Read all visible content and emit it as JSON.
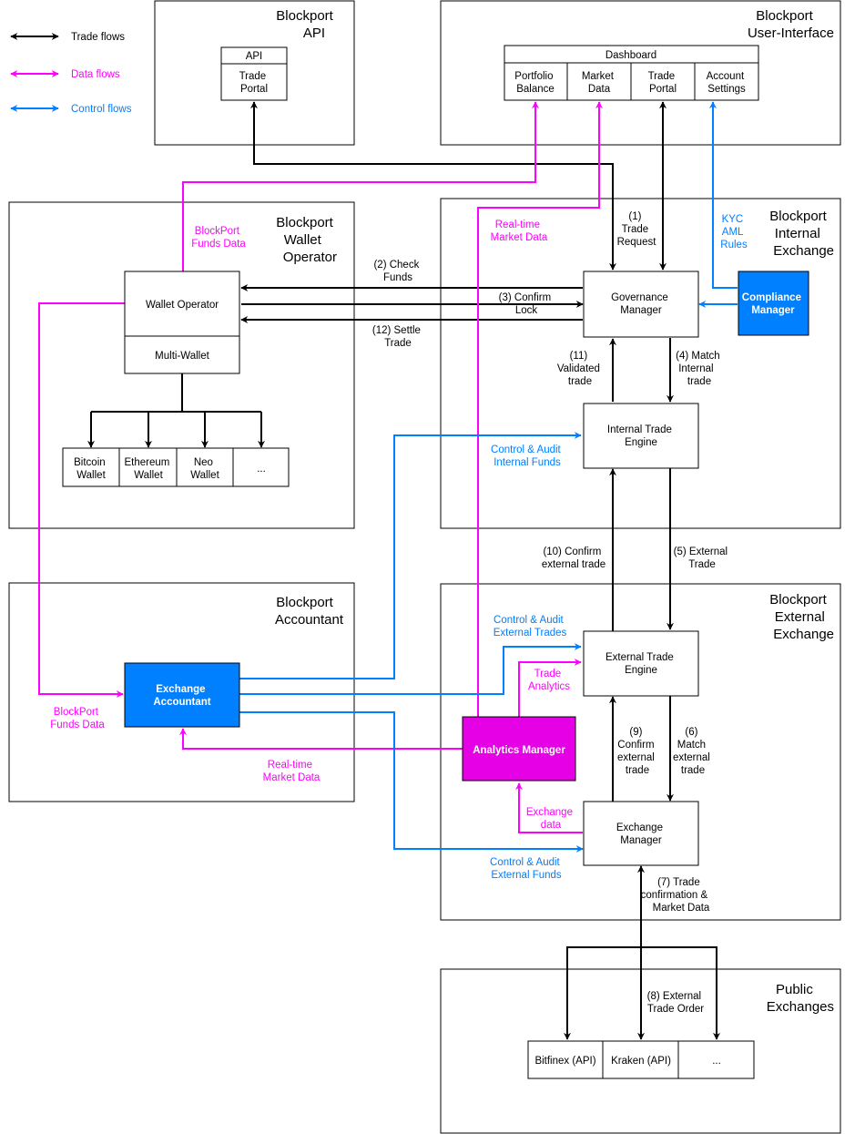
{
  "colors": {
    "trade": "#000000",
    "data": "#ff00ff",
    "control": "#007fff",
    "compliance_fill": "#007fff",
    "analytics_fill": "#e600e6",
    "box_border": "#000000",
    "background": "#ffffff"
  },
  "legend": {
    "trade": "Trade flows",
    "data": "Data flows",
    "control": "Control flows"
  },
  "groups": {
    "api": [
      "Blockport",
      "API"
    ],
    "ui": [
      "Blockport",
      "User-Interface"
    ],
    "wallet": [
      "Blockport",
      "Wallet",
      "Operator"
    ],
    "internal": [
      "Blockport",
      "Internal",
      "Exchange"
    ],
    "accountant": [
      "Blockport",
      "Accountant"
    ],
    "external": [
      "Blockport",
      "External",
      "Exchange"
    ],
    "public": [
      "Public",
      "Exchanges"
    ]
  },
  "api_panel": {
    "header": "API",
    "trade_portal": [
      "Trade",
      "Portal"
    ]
  },
  "dashboard": {
    "header": "Dashboard",
    "cells": [
      [
        "Portfolio",
        "Balance"
      ],
      [
        "Market",
        "Data"
      ],
      [
        "Trade",
        "Portal"
      ],
      [
        "Account",
        "Settings"
      ]
    ]
  },
  "nodes": {
    "wallet_operator": "Wallet Operator",
    "multi_wallet": "Multi-Wallet",
    "wallets": [
      [
        "Bitcoin",
        "Wallet"
      ],
      [
        "Ethereum",
        "Wallet"
      ],
      [
        "Neo",
        "Wallet"
      ],
      [
        "..."
      ]
    ],
    "governance": [
      "Governance",
      "Manager"
    ],
    "compliance": [
      "Compliance",
      "Manager"
    ],
    "internal_engine": [
      "Internal Trade",
      "Engine"
    ],
    "exchange_accountant": [
      "Exchange",
      "Accountant"
    ],
    "external_engine": [
      "External Trade",
      "Engine"
    ],
    "analytics": "Analytics Manager",
    "exchange_manager": [
      "Exchange",
      "Manager"
    ],
    "public_cells": [
      "Bitfinex (API)",
      "Kraken (API)",
      "..."
    ]
  },
  "labels": {
    "funds_data_top": [
      "BlockPort",
      "Funds Data"
    ],
    "realtime_top": [
      "Real-time",
      "Market Data"
    ],
    "trade_request": [
      "(1)",
      "Trade",
      "Request"
    ],
    "kyc": [
      "KYC",
      "AML",
      "Rules"
    ],
    "check_funds": [
      "(2) Check",
      "Funds"
    ],
    "confirm_lock": [
      "(3) Confirm",
      "Lock"
    ],
    "settle_trade": [
      "(12) Settle",
      "Trade"
    ],
    "validated": [
      "(11)",
      "Validated",
      "trade"
    ],
    "match_internal": [
      "(4) Match",
      "Internal",
      "trade"
    ],
    "control_internal": [
      "Control & Audit",
      "Internal Funds"
    ],
    "confirm_external": [
      "(10) Confirm",
      "external trade"
    ],
    "external_trade": [
      "(5) External",
      "Trade"
    ],
    "control_ext_trades": [
      "Control & Audit",
      "External Trades"
    ],
    "trade_analytics": [
      "Trade",
      "Analytics"
    ],
    "funds_data_bottom": [
      "BlockPort",
      "Funds Data"
    ],
    "confirm_ext9": [
      "(9)",
      "Confirm",
      "external",
      "trade"
    ],
    "match_ext6": [
      "(6)",
      "Match",
      "external",
      "trade"
    ],
    "realtime_bottom": [
      "Real-time",
      "Market Data"
    ],
    "exchange_data": [
      "Exchange",
      "data"
    ],
    "control_ext_funds": [
      "Control & Audit",
      "External Funds"
    ],
    "trade_confirmation": [
      "(7) Trade",
      "confirmation &",
      "Market Data"
    ],
    "external_order": [
      "(8) External",
      "Trade Order"
    ]
  }
}
